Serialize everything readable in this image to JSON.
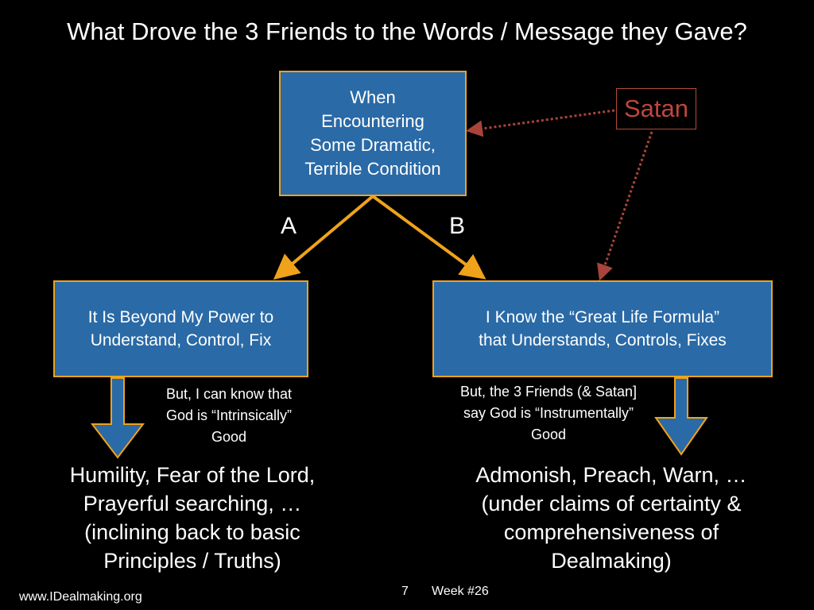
{
  "title": "What Drove the 3 Friends to the Words / Message they Gave?",
  "top_box": "When\nEncountering\nSome Dramatic,\nTerrible Condition",
  "satan_label": "Satan",
  "branch_a": "A",
  "branch_b": "B",
  "left_box": "It Is Beyond My Power to\nUnderstand, Control, Fix",
  "right_box": "I Know the “Great Life Formula”\nthat Understands, Controls, Fixes",
  "left_note": "But, I can know that\nGod is “Intrinsically”\nGood",
  "right_note": "But, the 3 Friends (& Satan]\nsay God is “Instrumentally”\nGood",
  "left_outcome": "Humility, Fear of the Lord,\nPrayerful searching, …\n(inclining back to basic\nPrinciples / Truths)",
  "right_outcome": "Admonish, Preach, Warn, …\n(under claims of certainty &\ncomprehensiveness of\nDealmaking)",
  "footer": {
    "website": "www.IDealmaking.org",
    "page_number": "7",
    "week": "Week #26"
  },
  "colors": {
    "box_fill": "#2a6aa6",
    "box_border": "#f0a21b",
    "satan": "#c0463a",
    "arrow_orange": "#f0a21b"
  }
}
